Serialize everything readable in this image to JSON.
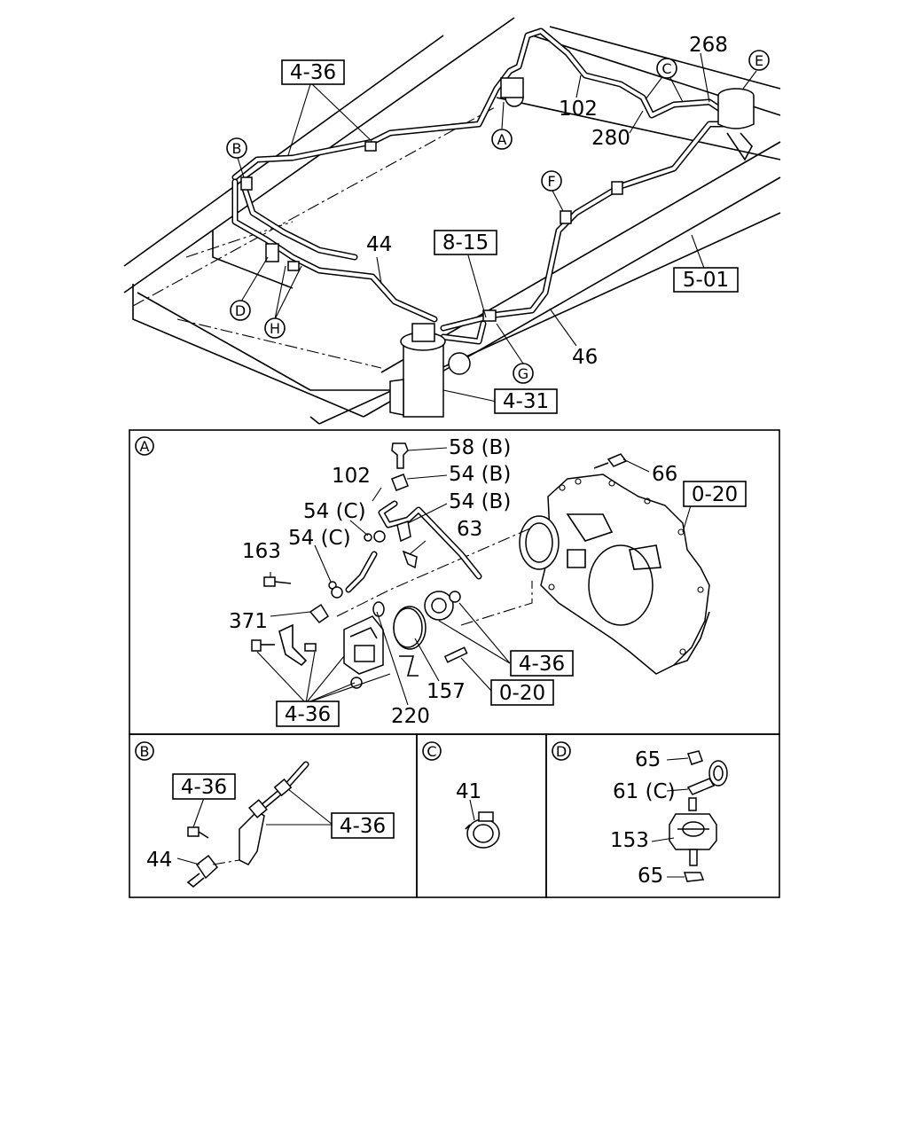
{
  "overview": {
    "labels": {
      "part_102": "102",
      "part_268": "268",
      "part_280": "280",
      "part_44": "44",
      "part_46": "46"
    },
    "refs": {
      "ref_4_36": "4-36",
      "ref_8_15": "8-15",
      "ref_5_01": "5-01",
      "ref_4_31": "4-31"
    },
    "callouts": [
      "A",
      "B",
      "C",
      "D",
      "E",
      "F",
      "G",
      "H"
    ]
  },
  "panel_a": {
    "letter": "A",
    "labels": {
      "p58b": "58 (B)",
      "p54b_1": "54 (B)",
      "p54b_2": "54 (B)",
      "p102": "102",
      "p54c_1": "54 (C)",
      "p54c_2": "54 (C)",
      "p63": "63",
      "p66": "66",
      "p163": "163",
      "p371": "371",
      "p157": "157",
      "p220": "220"
    },
    "refs": {
      "ref_0_20_top": "0-20",
      "ref_4_36_right": "4-36",
      "ref_0_20_bottom": "0-20",
      "ref_4_36_bottom": "4-36"
    }
  },
  "panel_b": {
    "letter": "B",
    "labels": {
      "p44": "44"
    },
    "refs": {
      "ref_top": "4-36",
      "ref_right": "4-36"
    }
  },
  "panel_c": {
    "letter": "C",
    "labels": {
      "p41": "41"
    }
  },
  "panel_d": {
    "letter": "D",
    "labels": {
      "p65_top": "65",
      "p61c": "61 (C)",
      "p153": "153",
      "p65_bottom": "65"
    }
  }
}
